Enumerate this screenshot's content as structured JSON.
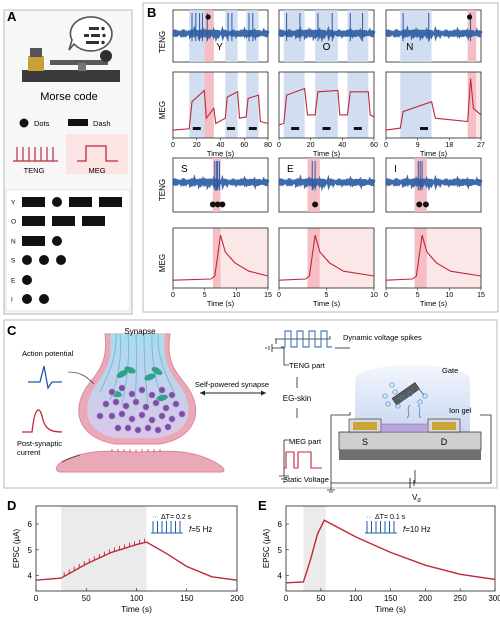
{
  "panels": {
    "A": {
      "letter": "A",
      "title": "Morse code",
      "dots_label": "Dots",
      "dash_label": "Dash",
      "teng_label": "TENG",
      "meg_label": "MEG",
      "table": [
        {
          "letter": "Y",
          "code": [
            "dash",
            "dot",
            "dash",
            "dash"
          ]
        },
        {
          "letter": "O",
          "code": [
            "dash",
            "dash",
            "dash"
          ]
        },
        {
          "letter": "N",
          "code": [
            "dash",
            "dot"
          ]
        },
        {
          "letter": "S",
          "code": [
            "dot",
            "dot",
            "dot"
          ]
        },
        {
          "letter": "E",
          "code": [
            "dot"
          ]
        },
        {
          "letter": "I",
          "code": [
            "dot",
            "dot"
          ]
        }
      ]
    },
    "B": {
      "letter": "B",
      "teng_ylabel": "TENG",
      "meg_ylabel": "MEG",
      "xlabel": "Time (s)",
      "top": [
        {
          "letter": "Y",
          "ticks": [
            "0",
            "20",
            "40",
            "60",
            "80"
          ]
        },
        {
          "letter": "O",
          "ticks": [
            "0",
            "20",
            "40",
            "60"
          ]
        },
        {
          "letter": "N",
          "ticks": [
            "0",
            "9",
            "18",
            "27"
          ]
        }
      ],
      "bottom": [
        {
          "letter": "S",
          "ticks": [
            "0",
            "5",
            "10",
            "15"
          ]
        },
        {
          "letter": "E",
          "ticks": [
            "0",
            "5",
            "10"
          ]
        },
        {
          "letter": "I",
          "ticks": [
            "0",
            "5",
            "10",
            "15"
          ]
        }
      ]
    },
    "C": {
      "letter": "C",
      "synapse": "Synapse",
      "action_potential": "Action potential",
      "post_synaptic": "Post-synaptic\ncurrent",
      "self_powered": "Self-powered synapse",
      "dynamic_spikes": "Dynamic voltage spikes",
      "teng_part": "TENG part",
      "eg_skin": "EG-skin",
      "meg_part": "MEG part",
      "static_voltage": "Static Voltage",
      "gate": "Gate",
      "ion_gel": "Ion gel",
      "source": "S",
      "drain": "D",
      "vd": "V",
      "vd_sub": "d"
    },
    "D": {
      "letter": "D",
      "ylabel": "EPSC (μA)",
      "xlabel": "Time (s)",
      "delta": "ΔT= 0.2 s",
      "freq_f": "f",
      "freq_val": "=5 Hz"
    },
    "E": {
      "letter": "E",
      "ylabel": "EPSC (μA)",
      "xlabel": "Time (s)",
      "delta": "ΔT= 0.1 s",
      "freq_f": "f",
      "freq_val": "=10 Hz"
    }
  },
  "chart_data": [
    {
      "type": "line",
      "panel": "D",
      "xlabel": "Time (s)",
      "ylabel": "EPSC (μA)",
      "x_ticks": [
        "0",
        "50",
        "100",
        "150",
        "200"
      ],
      "y_ticks": [
        "4",
        "5",
        "6"
      ],
      "xlim": [
        0,
        200
      ],
      "ylim": [
        3.4,
        6.7
      ],
      "series": [
        {
          "x": [
            0,
            25,
            50,
            75,
            100,
            110,
            130,
            150,
            175,
            200
          ],
          "y": [
            3.82,
            3.9,
            4.45,
            4.9,
            5.2,
            5.3,
            4.85,
            4.35,
            3.95,
            3.82
          ]
        }
      ]
    },
    {
      "type": "line",
      "panel": "E",
      "xlabel": "Time (s)",
      "ylabel": "EPSC (μA)",
      "x_ticks": [
        "0",
        "50",
        "100",
        "150",
        "200",
        "250",
        "300"
      ],
      "y_ticks": [
        "4",
        "5",
        "6"
      ],
      "xlim": [
        0,
        300
      ],
      "ylim": [
        3.4,
        6.7
      ],
      "series": [
        {
          "x": [
            0,
            25,
            35,
            45,
            55,
            100,
            150,
            200,
            250,
            300
          ],
          "y": [
            3.72,
            3.75,
            4.6,
            5.6,
            6.15,
            5.5,
            4.9,
            4.4,
            4.05,
            3.85
          ]
        }
      ]
    }
  ]
}
